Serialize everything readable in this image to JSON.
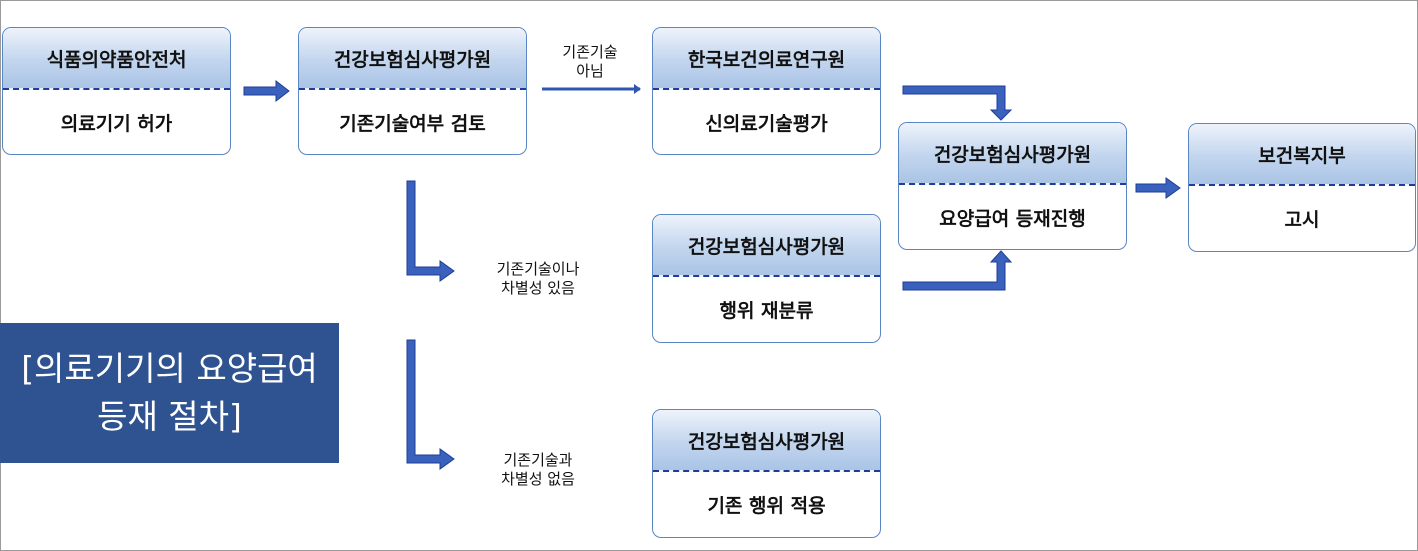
{
  "boxes": {
    "mfds": {
      "head": "식품의약품안전처",
      "body": "의료기기 허가"
    },
    "hira1": {
      "head": "건강보험심사평가원",
      "body": "기존기술여부 검토"
    },
    "neca": {
      "head": "한국보건의료연구원",
      "body": "신의료기술평가"
    },
    "hira2": {
      "head": "건강보험심사평가원",
      "body": "행위 재분류"
    },
    "hira3": {
      "head": "건강보험심사평가원",
      "body": "기존 행위 적용"
    },
    "hira4": {
      "head": "건강보험심사평가원",
      "body": "요양급여 등재진행"
    },
    "mohw": {
      "head": "보건복지부",
      "body": "고시"
    }
  },
  "labels": {
    "not_existing_line1": "기존기술",
    "not_existing_line2": "아님",
    "existing_diff_line1": "기존기술이나",
    "existing_diff_line2": "차별성 있음",
    "existing_nodiff_line1": "기존기술과",
    "existing_nodiff_line2": "차별성 없음"
  },
  "title": {
    "line1": "[의료기기의 요양급여",
    "line2": "등재 절차]"
  },
  "colors": {
    "arrow": "#2f56b3",
    "box_border": "#5b86c4",
    "dash": "#1f3c9a",
    "title_bg": "#2f5391"
  }
}
